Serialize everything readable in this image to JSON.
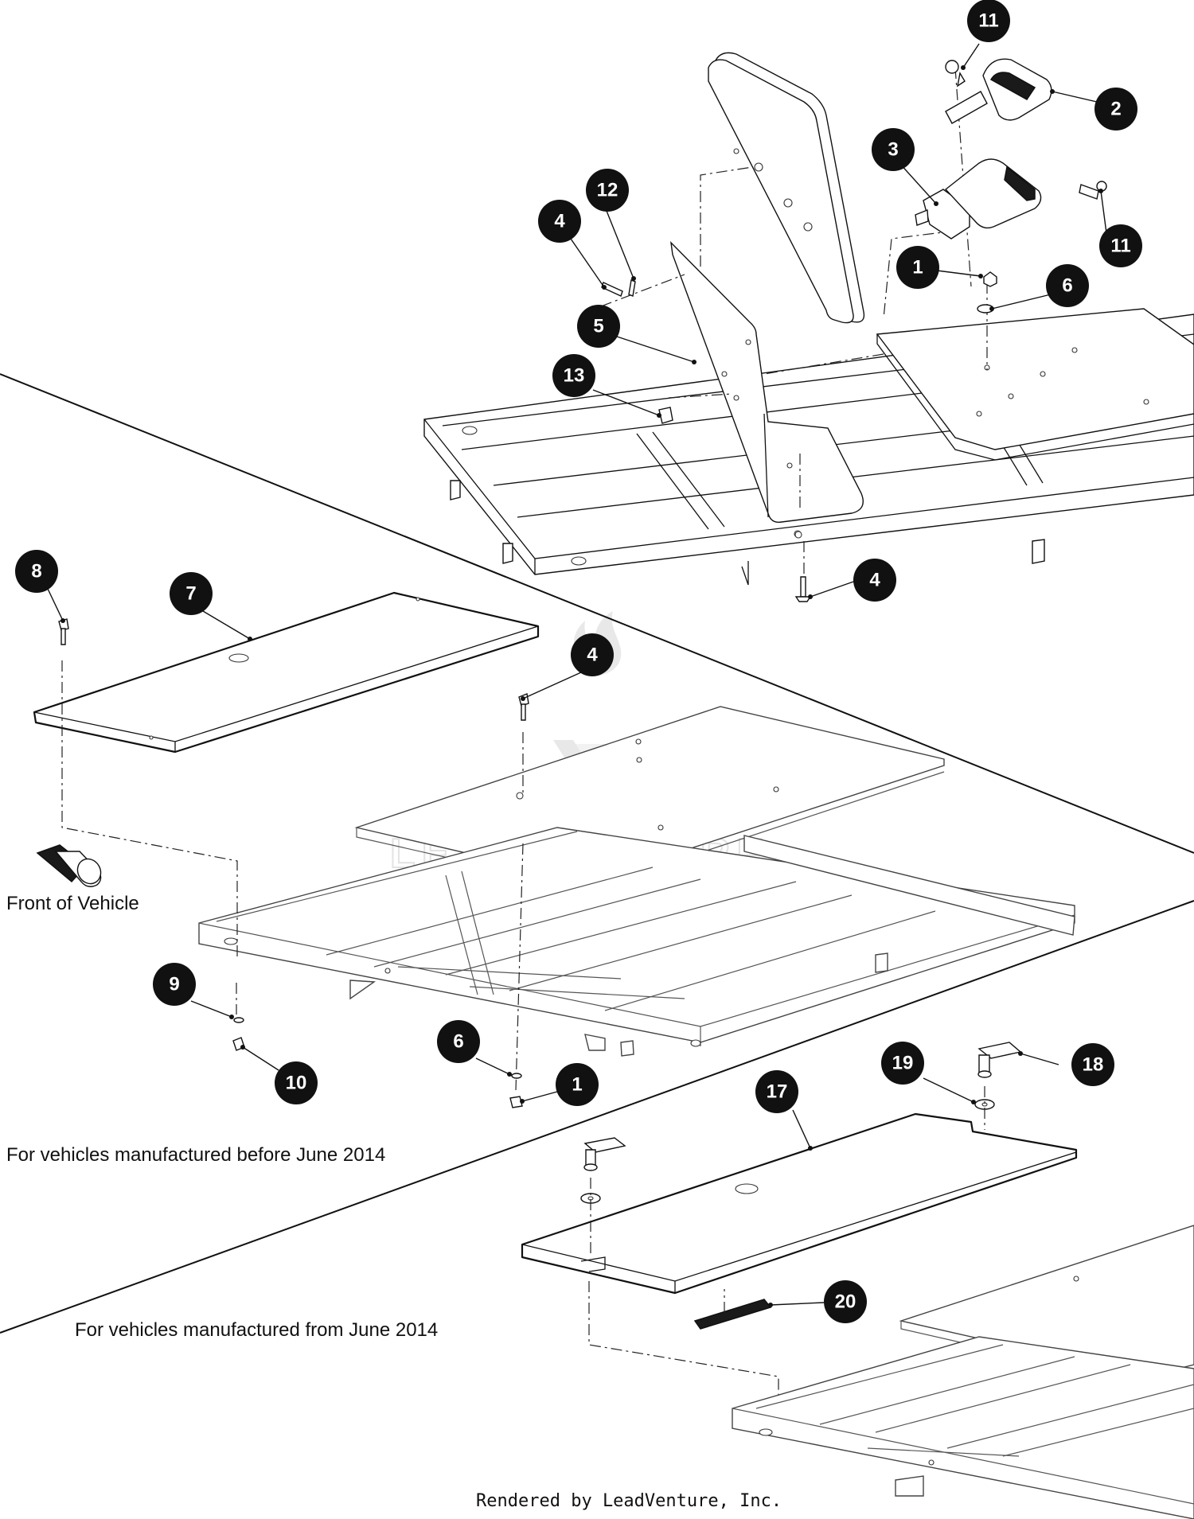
{
  "callouts": [
    {
      "id": "c11a",
      "text": "11"
    },
    {
      "id": "c2",
      "text": "2"
    },
    {
      "id": "c3",
      "text": "3"
    },
    {
      "id": "c11b",
      "text": "11"
    },
    {
      "id": "c12",
      "text": "12"
    },
    {
      "id": "c4a",
      "text": "4"
    },
    {
      "id": "c1a",
      "text": "1"
    },
    {
      "id": "c6a",
      "text": "6"
    },
    {
      "id": "c5",
      "text": "5"
    },
    {
      "id": "c13",
      "text": "13"
    },
    {
      "id": "c4b",
      "text": "4"
    },
    {
      "id": "c8",
      "text": "8"
    },
    {
      "id": "c7",
      "text": "7"
    },
    {
      "id": "c4c",
      "text": "4"
    },
    {
      "id": "c9",
      "text": "9"
    },
    {
      "id": "c10",
      "text": "10"
    },
    {
      "id": "c6b",
      "text": "6"
    },
    {
      "id": "c1b",
      "text": "1"
    },
    {
      "id": "c19",
      "text": "19"
    },
    {
      "id": "c18",
      "text": "18"
    },
    {
      "id": "c17",
      "text": "17"
    },
    {
      "id": "c20",
      "text": "20"
    }
  ],
  "labels": {
    "front_of_vehicle": "Front of Vehicle",
    "before_june_2014": "For vehicles manufactured before June 2014",
    "from_june_2014": "For vehicles manufactured from June 2014",
    "footer": "Rendered by LeadVenture, Inc.",
    "watermark": "LEADVENTURE"
  }
}
